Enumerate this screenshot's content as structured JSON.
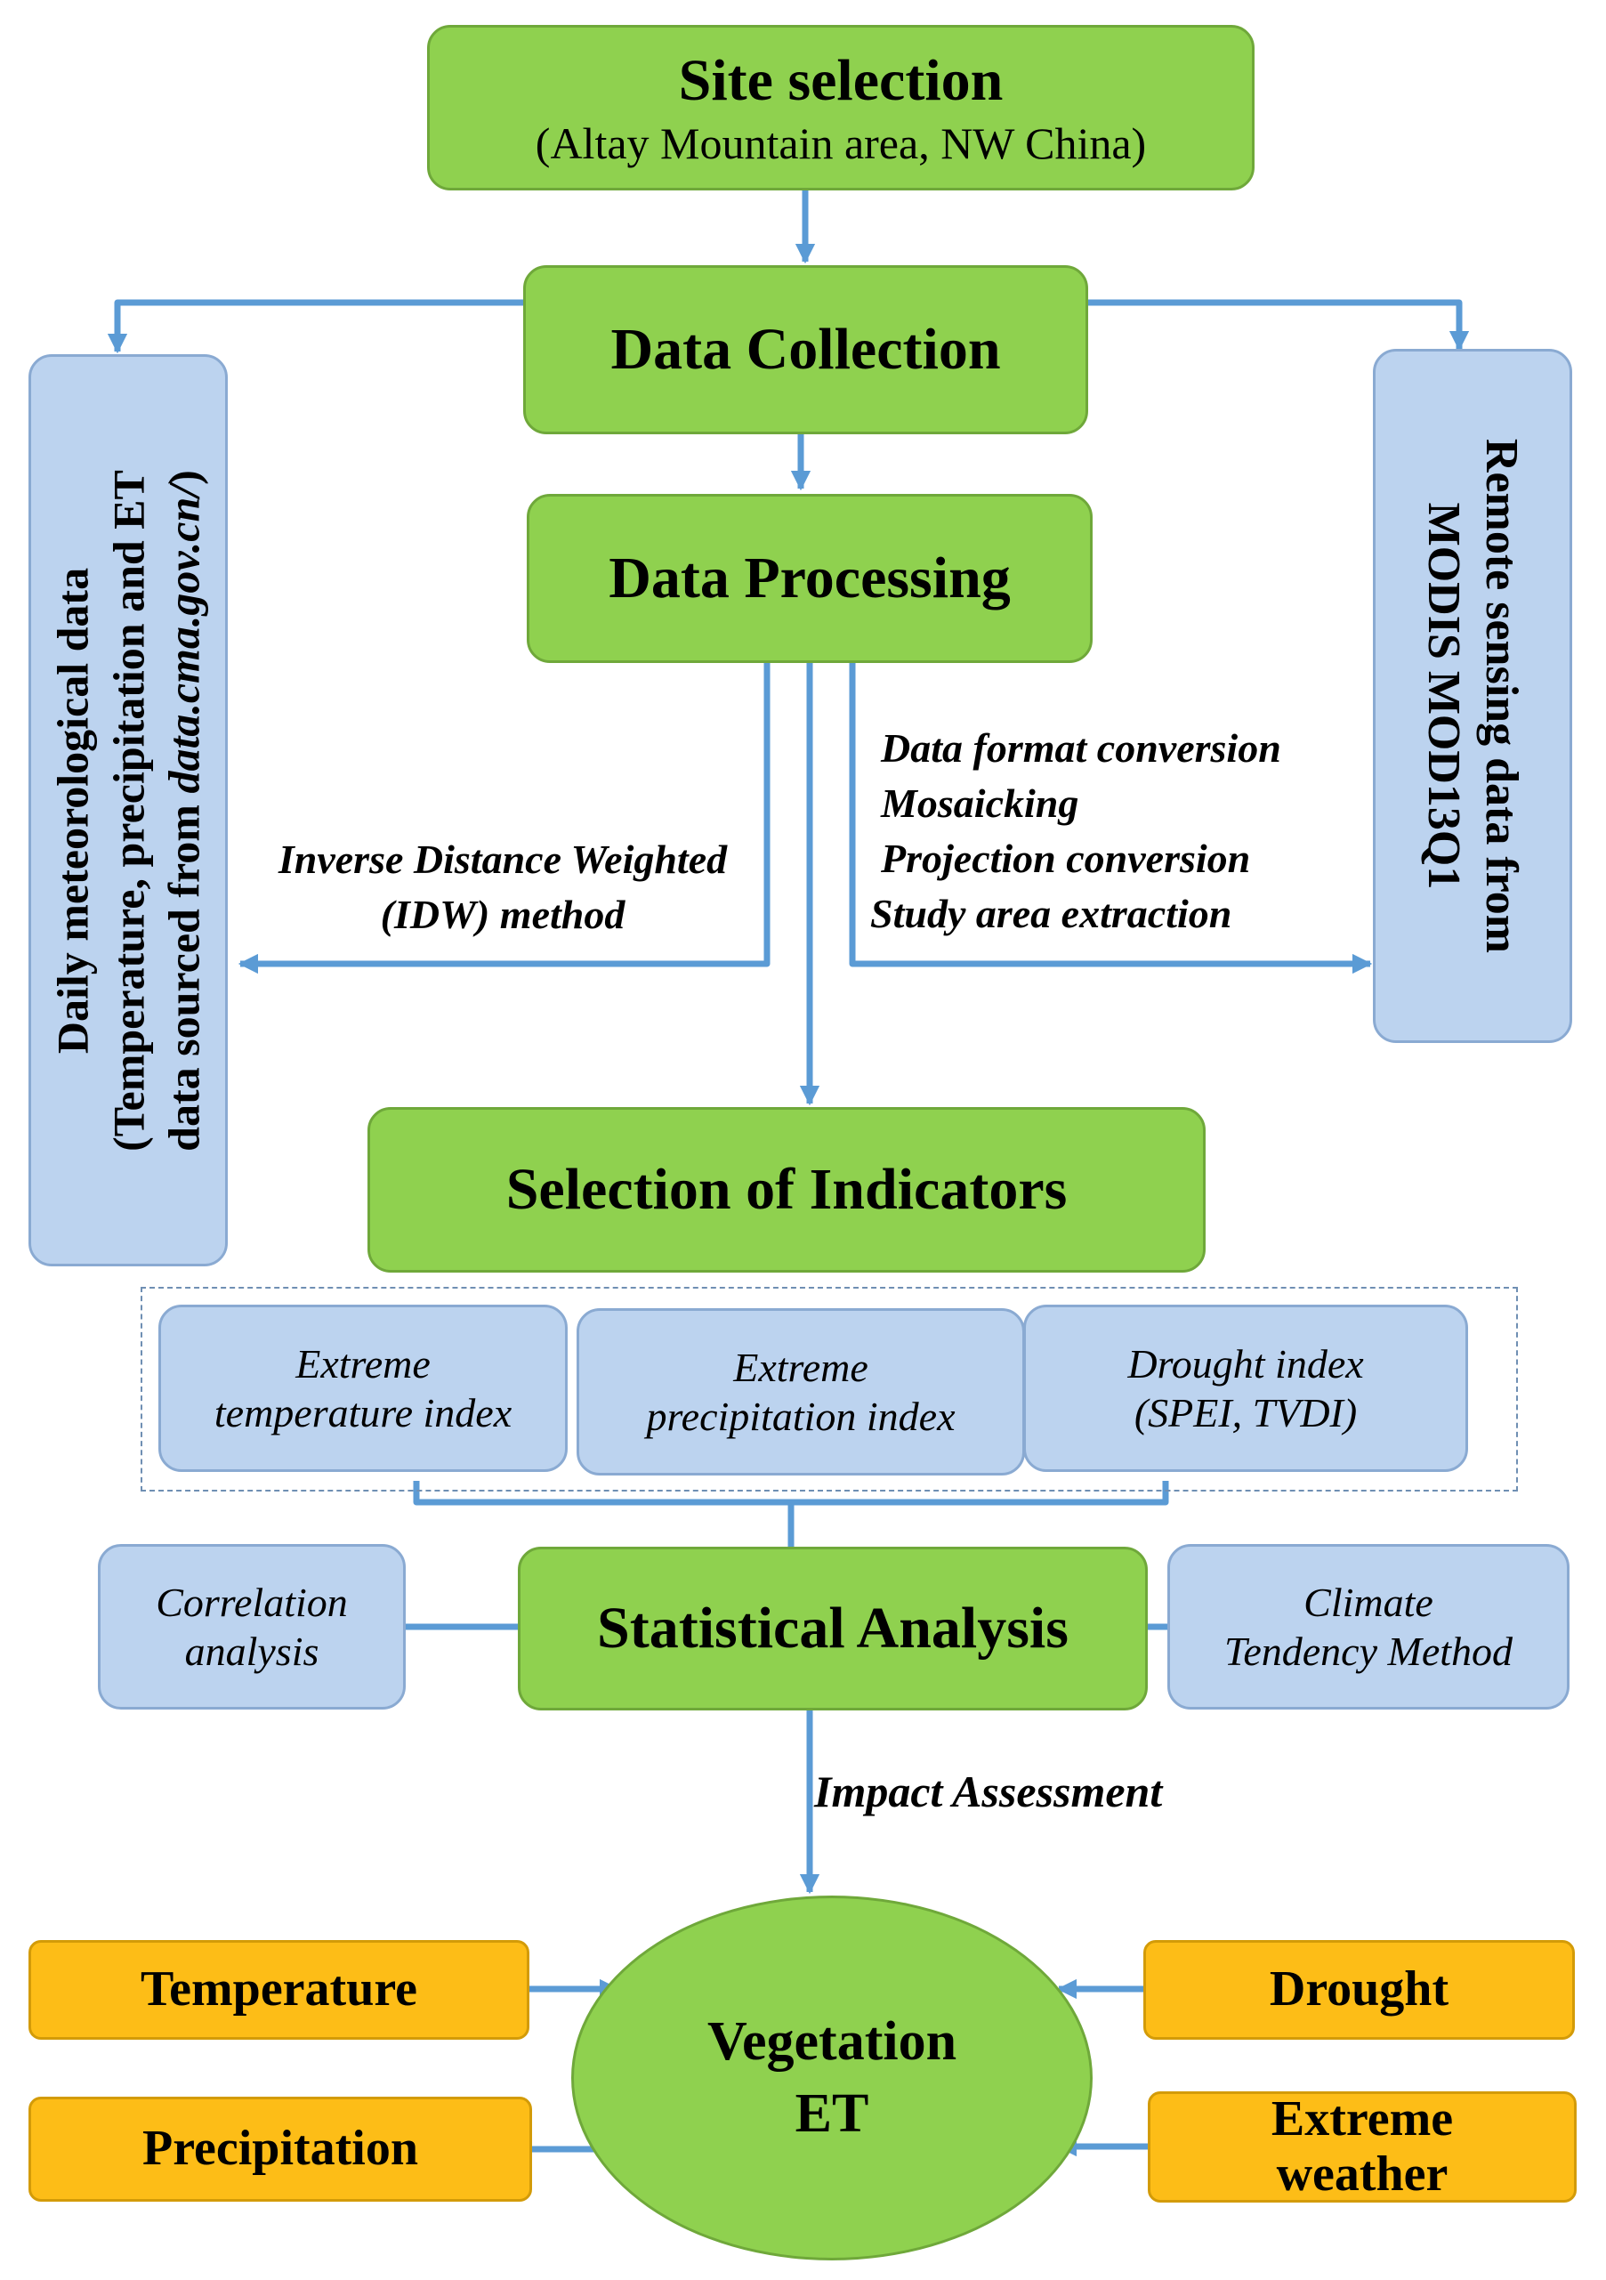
{
  "site_selection": {
    "title": "Site selection",
    "subtitle": "(Altay Mountain area, NW China)"
  },
  "data_collection": {
    "title": "Data Collection"
  },
  "data_processing": {
    "title": "Data Processing"
  },
  "meteo_data": {
    "line1": "Daily meteorological data",
    "line2": "(Temperature, precipitation and ET",
    "line3_prefix": "data sourced  from ",
    "line3_source": "data.cma.gov.cn/"
  },
  "remote_sensing": {
    "line1": "Remote sensing data from",
    "line2": "MODIS MOD13Q1"
  },
  "idw_method": {
    "line1": "Inverse Distance Weighted",
    "line2": "(IDW) method"
  },
  "processing_steps": [
    "Data format conversion",
    "Mosaicking",
    "Projection conversion",
    "Study area extraction"
  ],
  "selection_of_indicators": {
    "title": "Selection of Indicators"
  },
  "indicators": [
    {
      "line1": "Extreme",
      "line2": "temperature index"
    },
    {
      "line1": "Extreme",
      "line2": "precipitation index"
    },
    {
      "line1": "Drought index",
      "line2": "(SPEI, TVDI)"
    }
  ],
  "statistical_analysis": {
    "title": "Statistical Analysis"
  },
  "correlation": {
    "line1": "Correlation",
    "line2": "analysis"
  },
  "climate_tendency": {
    "line1": "Climate",
    "line2": "Tendency Method"
  },
  "impact_assessment": "Impact Assessment",
  "vegetation_et": {
    "line1": "Vegetation",
    "line2": "ET"
  },
  "factors": {
    "temperature": "Temperature",
    "precipitation": "Precipitation",
    "drought": "Drought",
    "extreme_weather_1": "Extreme",
    "extreme_weather_2": "weather"
  },
  "colors": {
    "green": "#8fd14f",
    "blue": "#bcd3ef",
    "orange": "#fdbd17",
    "arrow": "#5b9bd5"
  }
}
